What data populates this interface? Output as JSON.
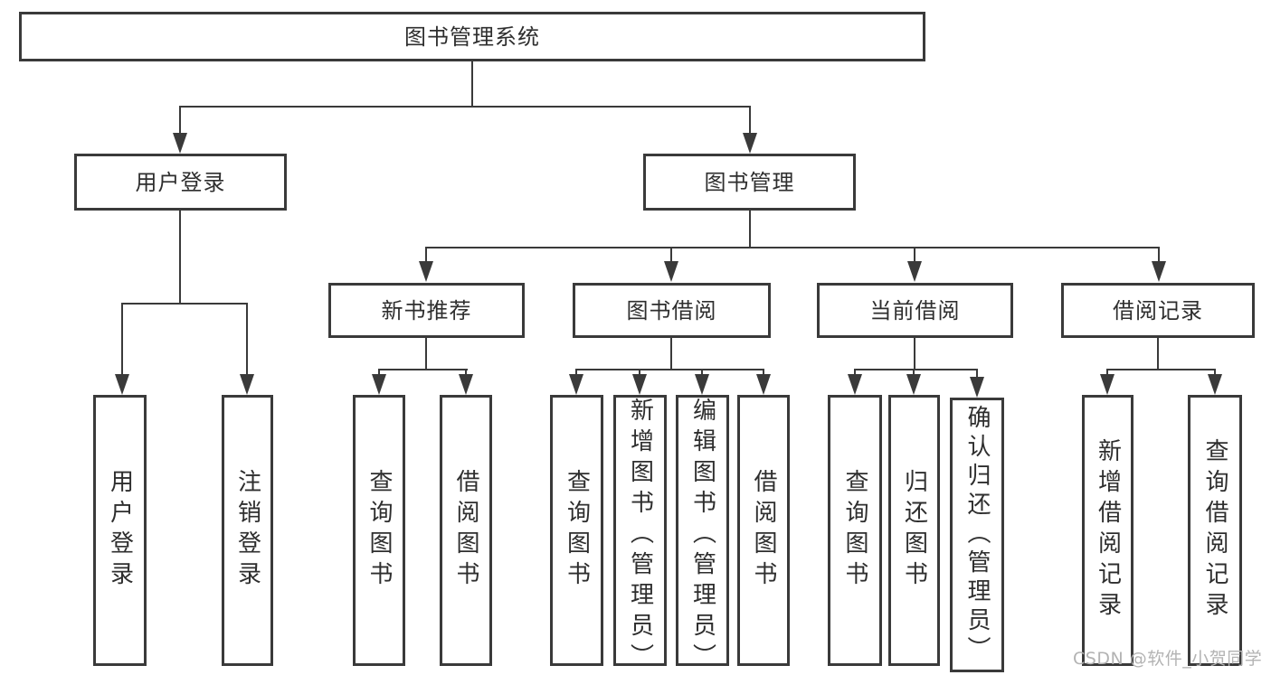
{
  "diagram": {
    "root": "图书管理系统",
    "level2": [
      "用户登录",
      "图书管理"
    ],
    "level3": [
      "新书推荐",
      "图书借阅",
      "当前借阅",
      "借阅记录"
    ],
    "leaves": {
      "user": [
        "用户登录",
        "注销登录"
      ],
      "recommend": [
        "查询图书",
        "借阅图书"
      ],
      "borrow": [
        "查询图书",
        "新增图书（管理员）",
        "编辑图书（管理员）",
        "借阅图书"
      ],
      "current": [
        "查询图书",
        "归还图书",
        "确认归还（管理员）"
      ],
      "records": [
        "新增借阅记录",
        "查询借阅记录"
      ]
    }
  },
  "watermark": "CSDN @软件_小贺同学",
  "colors": {
    "line": "#3a3a3a",
    "text": "#2e2e2e",
    "watermark": "#b3b3b3",
    "background": "#ffffff"
  }
}
